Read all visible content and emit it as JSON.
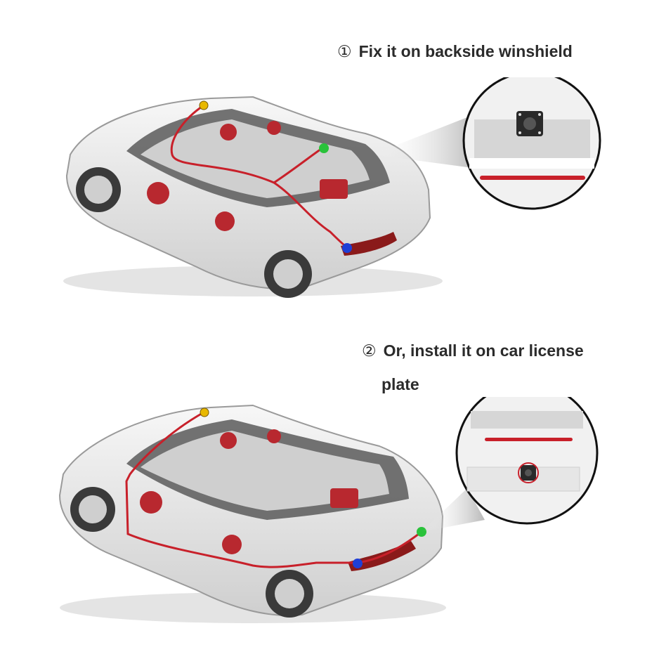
{
  "step1": {
    "number": "①",
    "text": "Fix it on backside winshield"
  },
  "step2": {
    "number": "②",
    "text_line1": "Or, install it on car license",
    "text_line2": "plate"
  },
  "colors": {
    "text": "#2b2b2b",
    "wire": "#c8202a",
    "dot_power": "#e8b800",
    "dot_camera": "#29c23a",
    "dot_reverse": "#1f3fd6",
    "car_body": "#ececec",
    "car_shadow": "#bdbdbd"
  }
}
